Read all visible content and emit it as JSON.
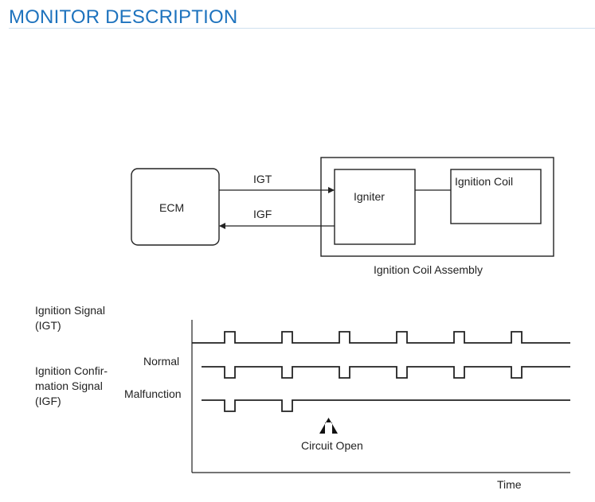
{
  "header": {
    "title": "MONITOR DESCRIPTION"
  },
  "block_diagram": {
    "ecm_label": "ECM",
    "igt_label": "IGT",
    "igf_label": "IGF",
    "igniter_label": "Igniter",
    "coil_label": "Ignition Coil",
    "assembly_label": "Ignition Coil Assembly"
  },
  "timing_chart": {
    "igt_label_line1": "Ignition Signal",
    "igt_label_line2": "(IGT)",
    "igf_label_line1": "Ignition Confir-",
    "igf_label_line2": "mation Signal",
    "igf_label_line3": "(IGF)",
    "normal_label": "Normal",
    "malfunction_label": "Malfunction",
    "circuit_open_label": "Circuit Open",
    "time_label": "Time",
    "igt_pulses": 6,
    "igf_normal_pulses": 6,
    "igf_malfunction_pulses_before_open": 2
  },
  "colors": {
    "title": "#1e73be",
    "rule": "#cfe0ef",
    "line": "#222222"
  }
}
